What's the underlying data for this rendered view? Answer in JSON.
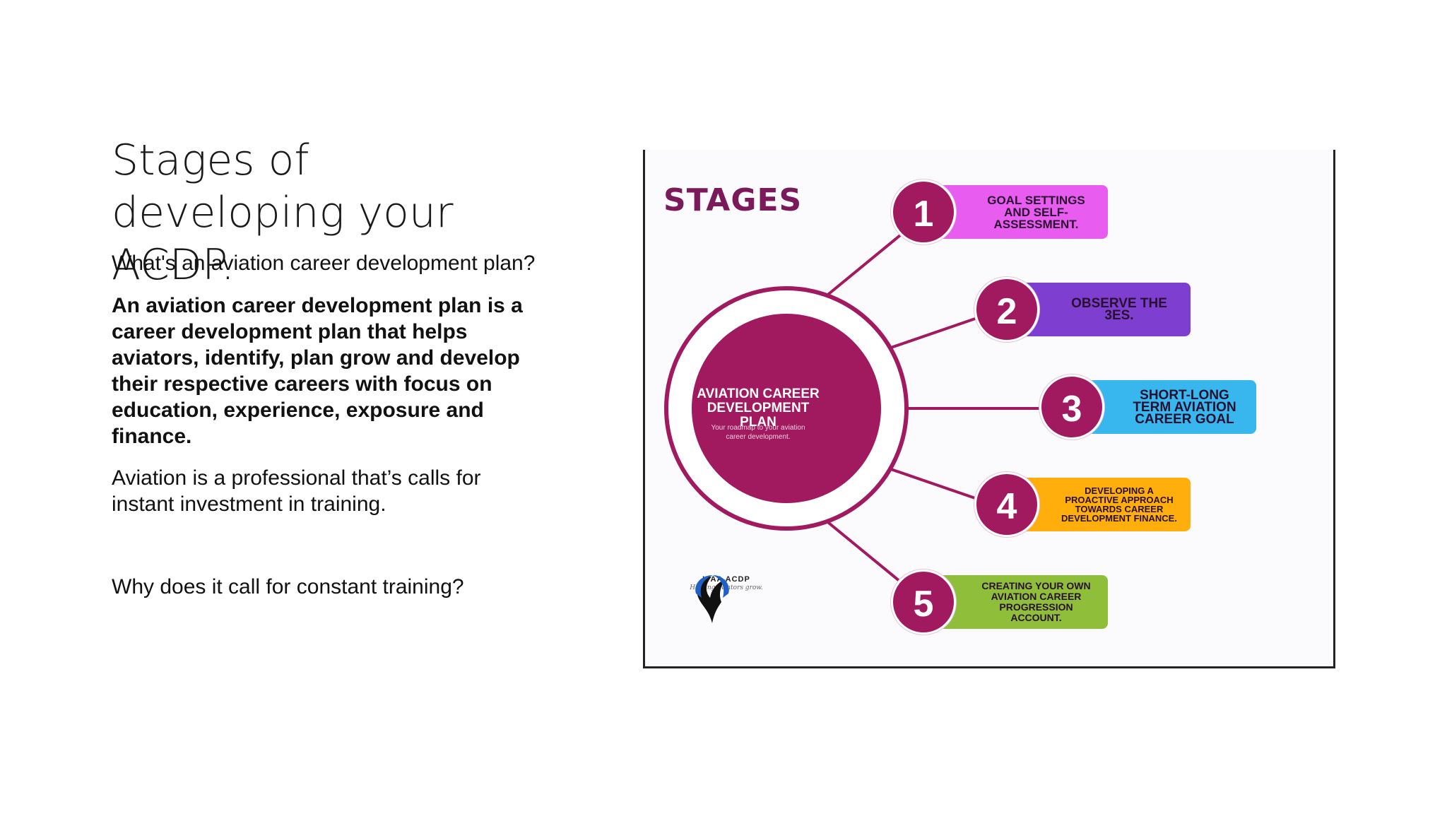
{
  "slide": {
    "title": "Stages of developing your ACDP.",
    "question_1": "What's an aviation career development plan?",
    "definition": "An aviation career development plan is a career development plan that helps aviators, identify, plan grow and develop their respective careers with focus on education, experience, exposure and finance.",
    "paragraph": "Aviation is a professional that’s calls for instant investment in training.",
    "question_2": "Why does it call for constant training?"
  },
  "figure": {
    "heading": "STAGES",
    "hub_title": "AVIATION CAREER DEVELOPMENT PLAN",
    "hub_subtitle": "Your roadmap to your aviation career development.",
    "stages": [
      {
        "number": "1",
        "label": "GOAL SETTINGS AND SELF-ASSESSMENT.",
        "color": "#e85df0"
      },
      {
        "number": "2",
        "label": "OBSERVE THE 3ES.",
        "color": "#7e3ecf"
      },
      {
        "number": "3",
        "label": "SHORT-LONG TERM AVIATION CAREER GOAL",
        "color": "#38b6ee"
      },
      {
        "number": "4",
        "label": "DEVELOPING A PROACTIVE APPROACH TOWARDS CAREER DEVELOPMENT FINANCE.",
        "color": "#ffae0c"
      },
      {
        "number": "5",
        "label": "CREATING YOUR OWN AVIATION CAREER PROGRESSION ACCOUNT.",
        "color": "#8fbe3a"
      }
    ],
    "logo_text": "IYAA ACDP",
    "logo_tagline": "Helping aviators grow.",
    "accent_color": "#a1195f"
  }
}
